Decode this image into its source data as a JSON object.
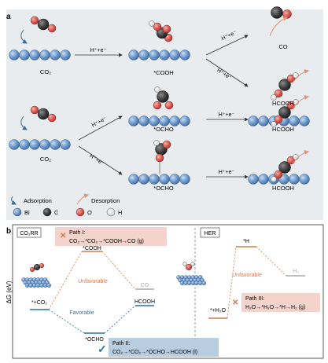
{
  "panel_a": {
    "label": "a",
    "row1": {
      "start": "CO₂",
      "intermediate": "*COOH",
      "prod_top": "CO",
      "prod_bottom": "HCOOH",
      "step1": "H⁺+e⁻",
      "step2_top": "H⁺+e⁻",
      "step2_bottom": "H⁺+e⁻"
    },
    "row2": {
      "start": "CO₂",
      "inter_top": "*OCHO",
      "inter_bottom": "*OCHO",
      "prod_top": "HCOOH",
      "prod_bottom": "HCOOH",
      "step1_top": "H⁺+e⁻",
      "step1_bottom": "H⁺+e⁻",
      "step2_top": "H⁺+e⁻",
      "step2_bottom": "H⁺+e⁻"
    },
    "legend": {
      "adsorption": "Adsorption",
      "desorption": "Desorption",
      "bi": "Bi",
      "c": "C",
      "o": "O",
      "h": "H"
    }
  },
  "panel_b": {
    "label": "b",
    "left": {
      "tag": "CO₂RR",
      "path1_label": "Path I:",
      "path1_eq": "CO₂→*CO₂→*COOH→CO (g)",
      "path2_label": "Path II:",
      "path2_eq": "CO₂→*CO₂→*OCHO→HCOOH (l)",
      "cooh": "*COOH",
      "co": "CO",
      "hcooh": "HCOOH",
      "co2": "*+CO₂",
      "ocho": "*OCHO",
      "unfavorable": "Unfavorable",
      "favorable": "Favorable"
    },
    "right": {
      "tag": "HER",
      "h": "*H",
      "h2": "H₂",
      "h2o": "*+H₂O",
      "unfavorable": "Unfavorable",
      "path3_label": "Path III:",
      "path3_eq": "H₂O→*H₂O→*H→H₂ (g)"
    },
    "ylabel": "ΔG (eV)"
  },
  "colors": {
    "bi": "#6f9bd0",
    "carbon": "#3d3d3d",
    "oxygen": "#d9574e",
    "hydrogen": "#ffffff",
    "unfav": "#d07a4e",
    "fav": "#2f6fa3",
    "grey": "#a9a9a9",
    "pink": "#f3d3cb",
    "blue_box": "#b9cde0"
  }
}
